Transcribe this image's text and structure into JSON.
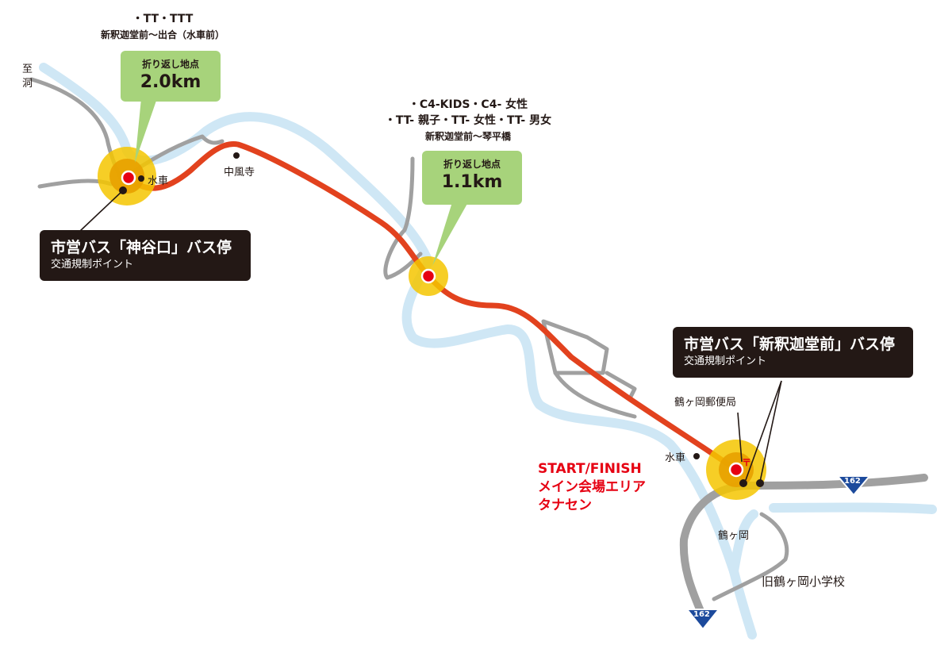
{
  "turnaround_west": {
    "categories": "・TT・TTT",
    "section": "新釈迦堂前〜出合（水車前）",
    "label": "折り返し地点",
    "distance": "2.0km"
  },
  "turnaround_mid": {
    "categories_line1": "・C4-KIDS・C4- 女性",
    "categories_line2": "・TT- 親子・TT- 女性・TT- 男女",
    "section": "新釈迦堂前〜琴平橋",
    "label": "折り返し地点",
    "distance": "1.1km"
  },
  "bus_stop_west": {
    "name": "市営バス「神谷口」バス停",
    "note": "交通規制ポイント"
  },
  "bus_stop_east": {
    "name": "市営バス「新釈迦堂前」バス停",
    "note": "交通規制ポイント"
  },
  "start_finish": {
    "line1": "START/FINISH",
    "line2": "メイン会場エリア",
    "line3": "タナセン"
  },
  "places": {
    "to_hora_1": "至",
    "to_hora_2": "洞",
    "suisha_west": "水車",
    "chufuji": "中風寺",
    "suisha_east": "水車",
    "post_office": "鶴ヶ岡郵便局",
    "tsurugaoka": "鶴ヶ岡",
    "old_school": "旧鶴ヶ岡小学校",
    "post_mark": "〒"
  },
  "route_numbers": {
    "east": "162",
    "south": "162"
  },
  "colors": {
    "course": "#e2421e",
    "river": "#cfe7f5",
    "road": "#a0a0a0",
    "turn_marker_outer": "#f5c500",
    "turn_marker_inner": "#e8a100",
    "callout_green": "#a7d37b",
    "start_red": "#e60012",
    "route_badge_blue": "#1c4a9c"
  }
}
